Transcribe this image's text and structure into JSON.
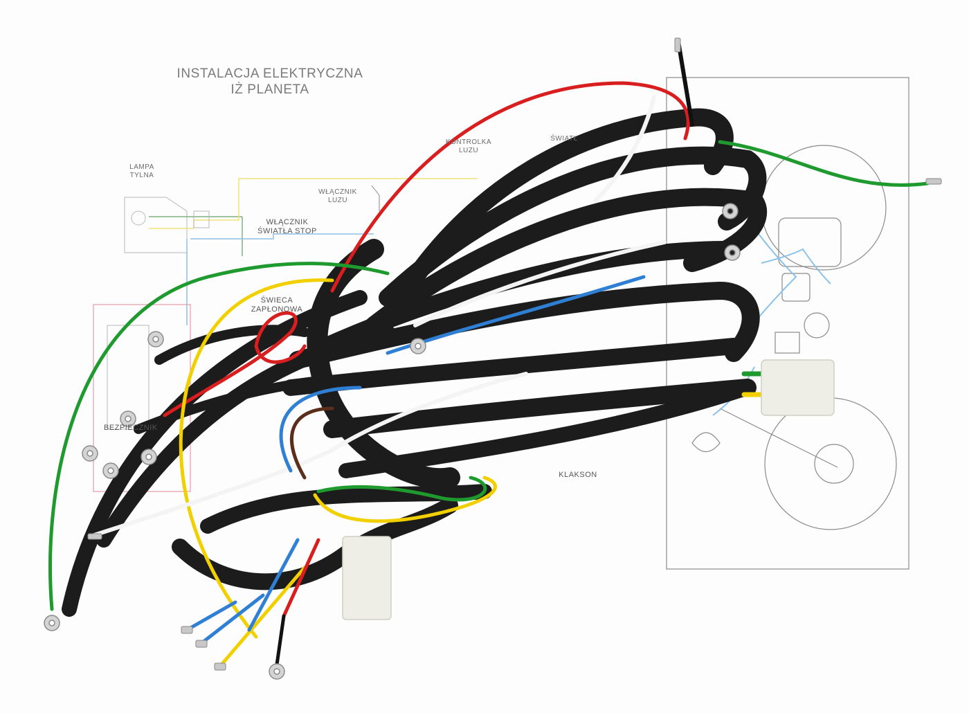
{
  "image": {
    "description": "Motorcycle electrical wiring harness photographed on top of a printed wiring diagram sheet",
    "background_color": "#fdfdfd"
  },
  "diagram": {
    "title_line1": "INSTALACJA ELEKTRYCZNA",
    "title_line2": "IŻ PLANETA",
    "labels": {
      "lampa_tylna_1": "LAMPA",
      "lampa_tylna_2": "TYLNA",
      "wlacznik_luzu_1": "WŁĄCZNIK",
      "wlacznik_luzu_2": "LUZU",
      "wlacznik_stop_1": "WŁĄCZNIK",
      "wlacznik_stop_2": "ŚWIATŁA STOP",
      "kontrolka_1": "KONTROLKA",
      "kontrolka_2": "LUZU",
      "swiatlo": "ŚWIATŁ",
      "swieca_1": "ŚWIECA",
      "swieca_2": "ZAPŁONOWA",
      "bezpiecznik": "BEZPIECZNIK",
      "klakson": "KLAKSON"
    },
    "line_colors": {
      "yellow": "#f2e27a",
      "green": "#7fb27f",
      "blue": "#8cc1e8",
      "red": "#e59aa8",
      "gray": "#8a8a8a"
    }
  },
  "harness": {
    "sheath_color": "#1c1c1c",
    "wire_colors": {
      "red": "#d81e1e",
      "green": "#1f9a2e",
      "yellow": "#f2d000",
      "blue": "#2f7fd4",
      "white": "#f4f4f4",
      "brown": "#5a2e1a",
      "black": "#111111"
    },
    "connector_color": "#eeeee6",
    "terminal_color": "#b9b9b9"
  }
}
